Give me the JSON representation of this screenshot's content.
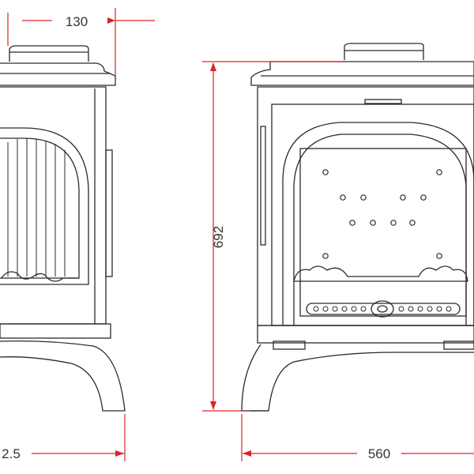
{
  "dimensions": {
    "top_width": "130",
    "left_bottom": "2.5",
    "height": "692",
    "width": "560"
  },
  "colors": {
    "dimension_line": "#d9252a",
    "outline": "#2b2b2b",
    "text": "#333333"
  }
}
